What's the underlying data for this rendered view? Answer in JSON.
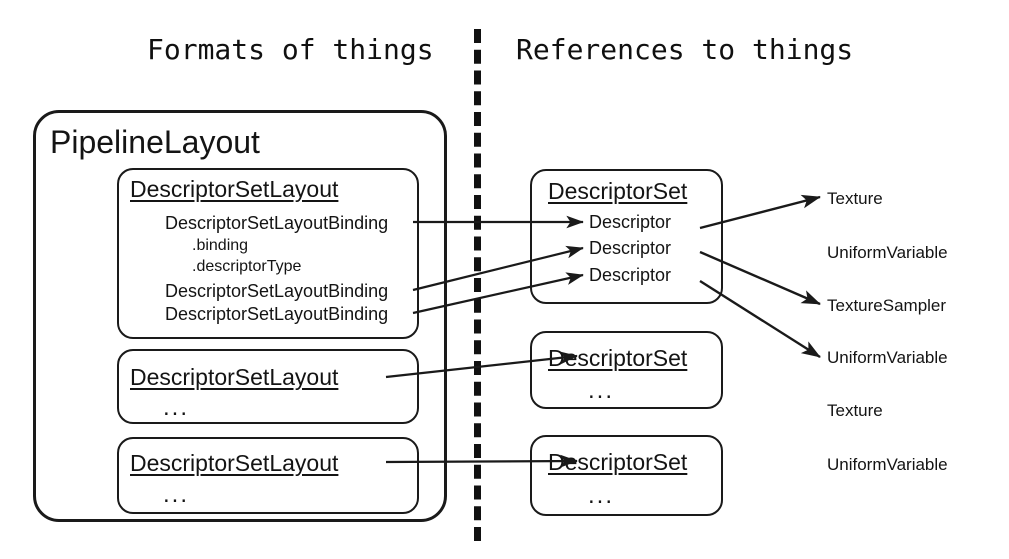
{
  "headers": {
    "left": "Formats of things",
    "right": "References to things"
  },
  "left_column": {
    "pipeline_layout": {
      "title": "PipelineLayout",
      "descriptor_set_layouts": [
        {
          "title": "DescriptorSetLayout",
          "bindings": [
            {
              "name": "DescriptorSetLayoutBinding",
              "fields": [
                ".binding",
                ".descriptorType"
              ]
            },
            {
              "name": "DescriptorSetLayoutBinding",
              "fields": []
            },
            {
              "name": "DescriptorSetLayoutBinding",
              "fields": []
            }
          ]
        },
        {
          "title": "DescriptorSetLayout",
          "ellipsis": "..."
        },
        {
          "title": "DescriptorSetLayout",
          "ellipsis": "..."
        }
      ]
    }
  },
  "right_column": {
    "descriptor_sets": [
      {
        "title": "DescriptorSet",
        "descriptors": [
          "Descriptor",
          "Descriptor",
          "Descriptor"
        ]
      },
      {
        "title": "DescriptorSet",
        "ellipsis": "..."
      },
      {
        "title": "DescriptorSet",
        "ellipsis": "..."
      }
    ],
    "resources": [
      "Texture",
      "UniformVariable",
      "TextureSampler",
      "UniformVariable",
      "Texture",
      "UniformVariable"
    ]
  },
  "colors": {
    "stroke": "#1a1a1a",
    "text": "#141414",
    "background": "#ffffff"
  }
}
